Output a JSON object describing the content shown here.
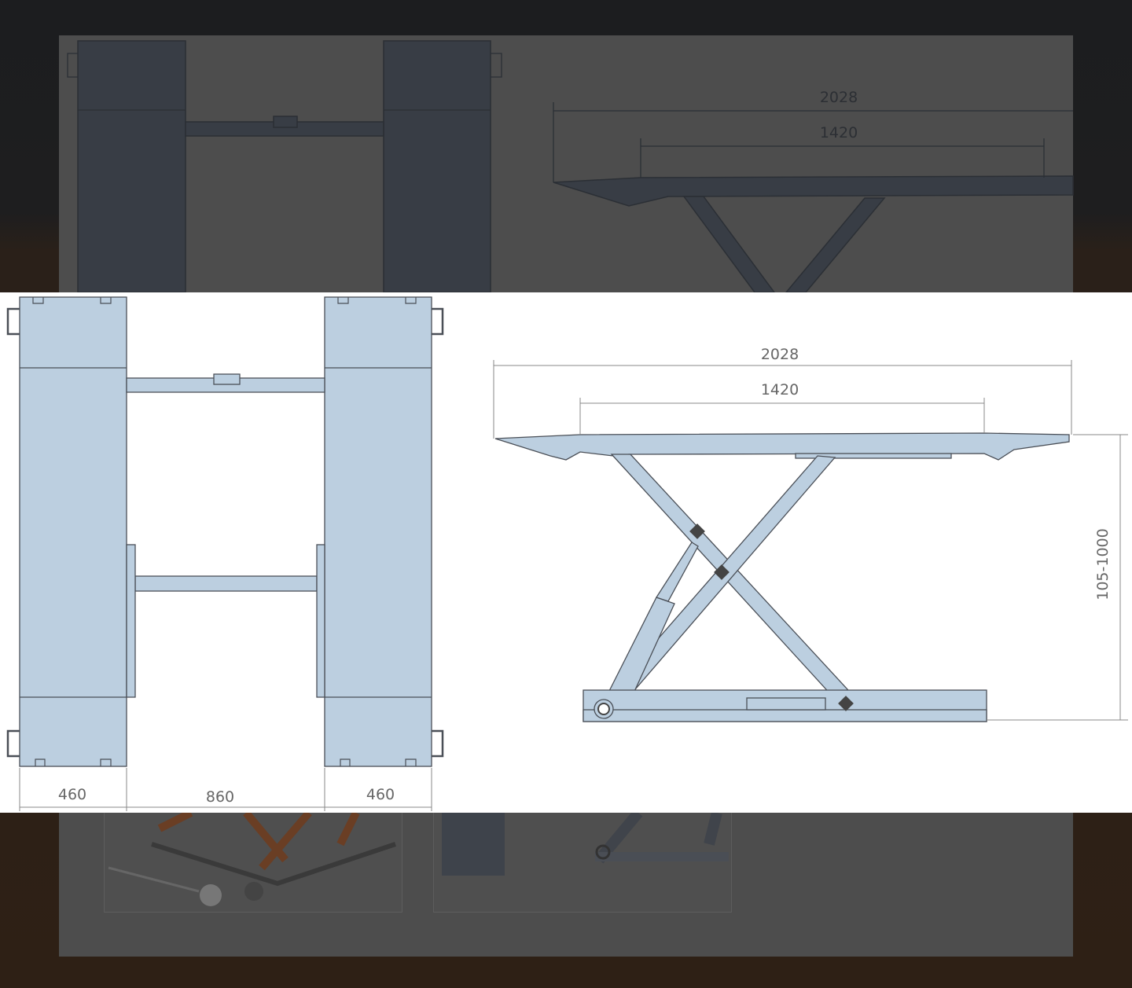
{
  "lightbox": {
    "image": {
      "top_view": {
        "dimensions": [
          "460",
          "860",
          "460"
        ]
      },
      "side_view": {
        "overall_length": "2028",
        "platform_length": "1420",
        "height_range": "105-1000"
      }
    }
  },
  "background_page": {
    "top_view_dims": {
      "overall_length": "2028",
      "platform_length": "1420"
    }
  },
  "colors": {
    "drawing_fill": "#bccfe0",
    "drawing_stroke": "#4a4f57",
    "page_bg_top": "#1c1d1f",
    "page_bg_bottom": "#2e2015",
    "dim_panel": "#4d4d4d"
  }
}
